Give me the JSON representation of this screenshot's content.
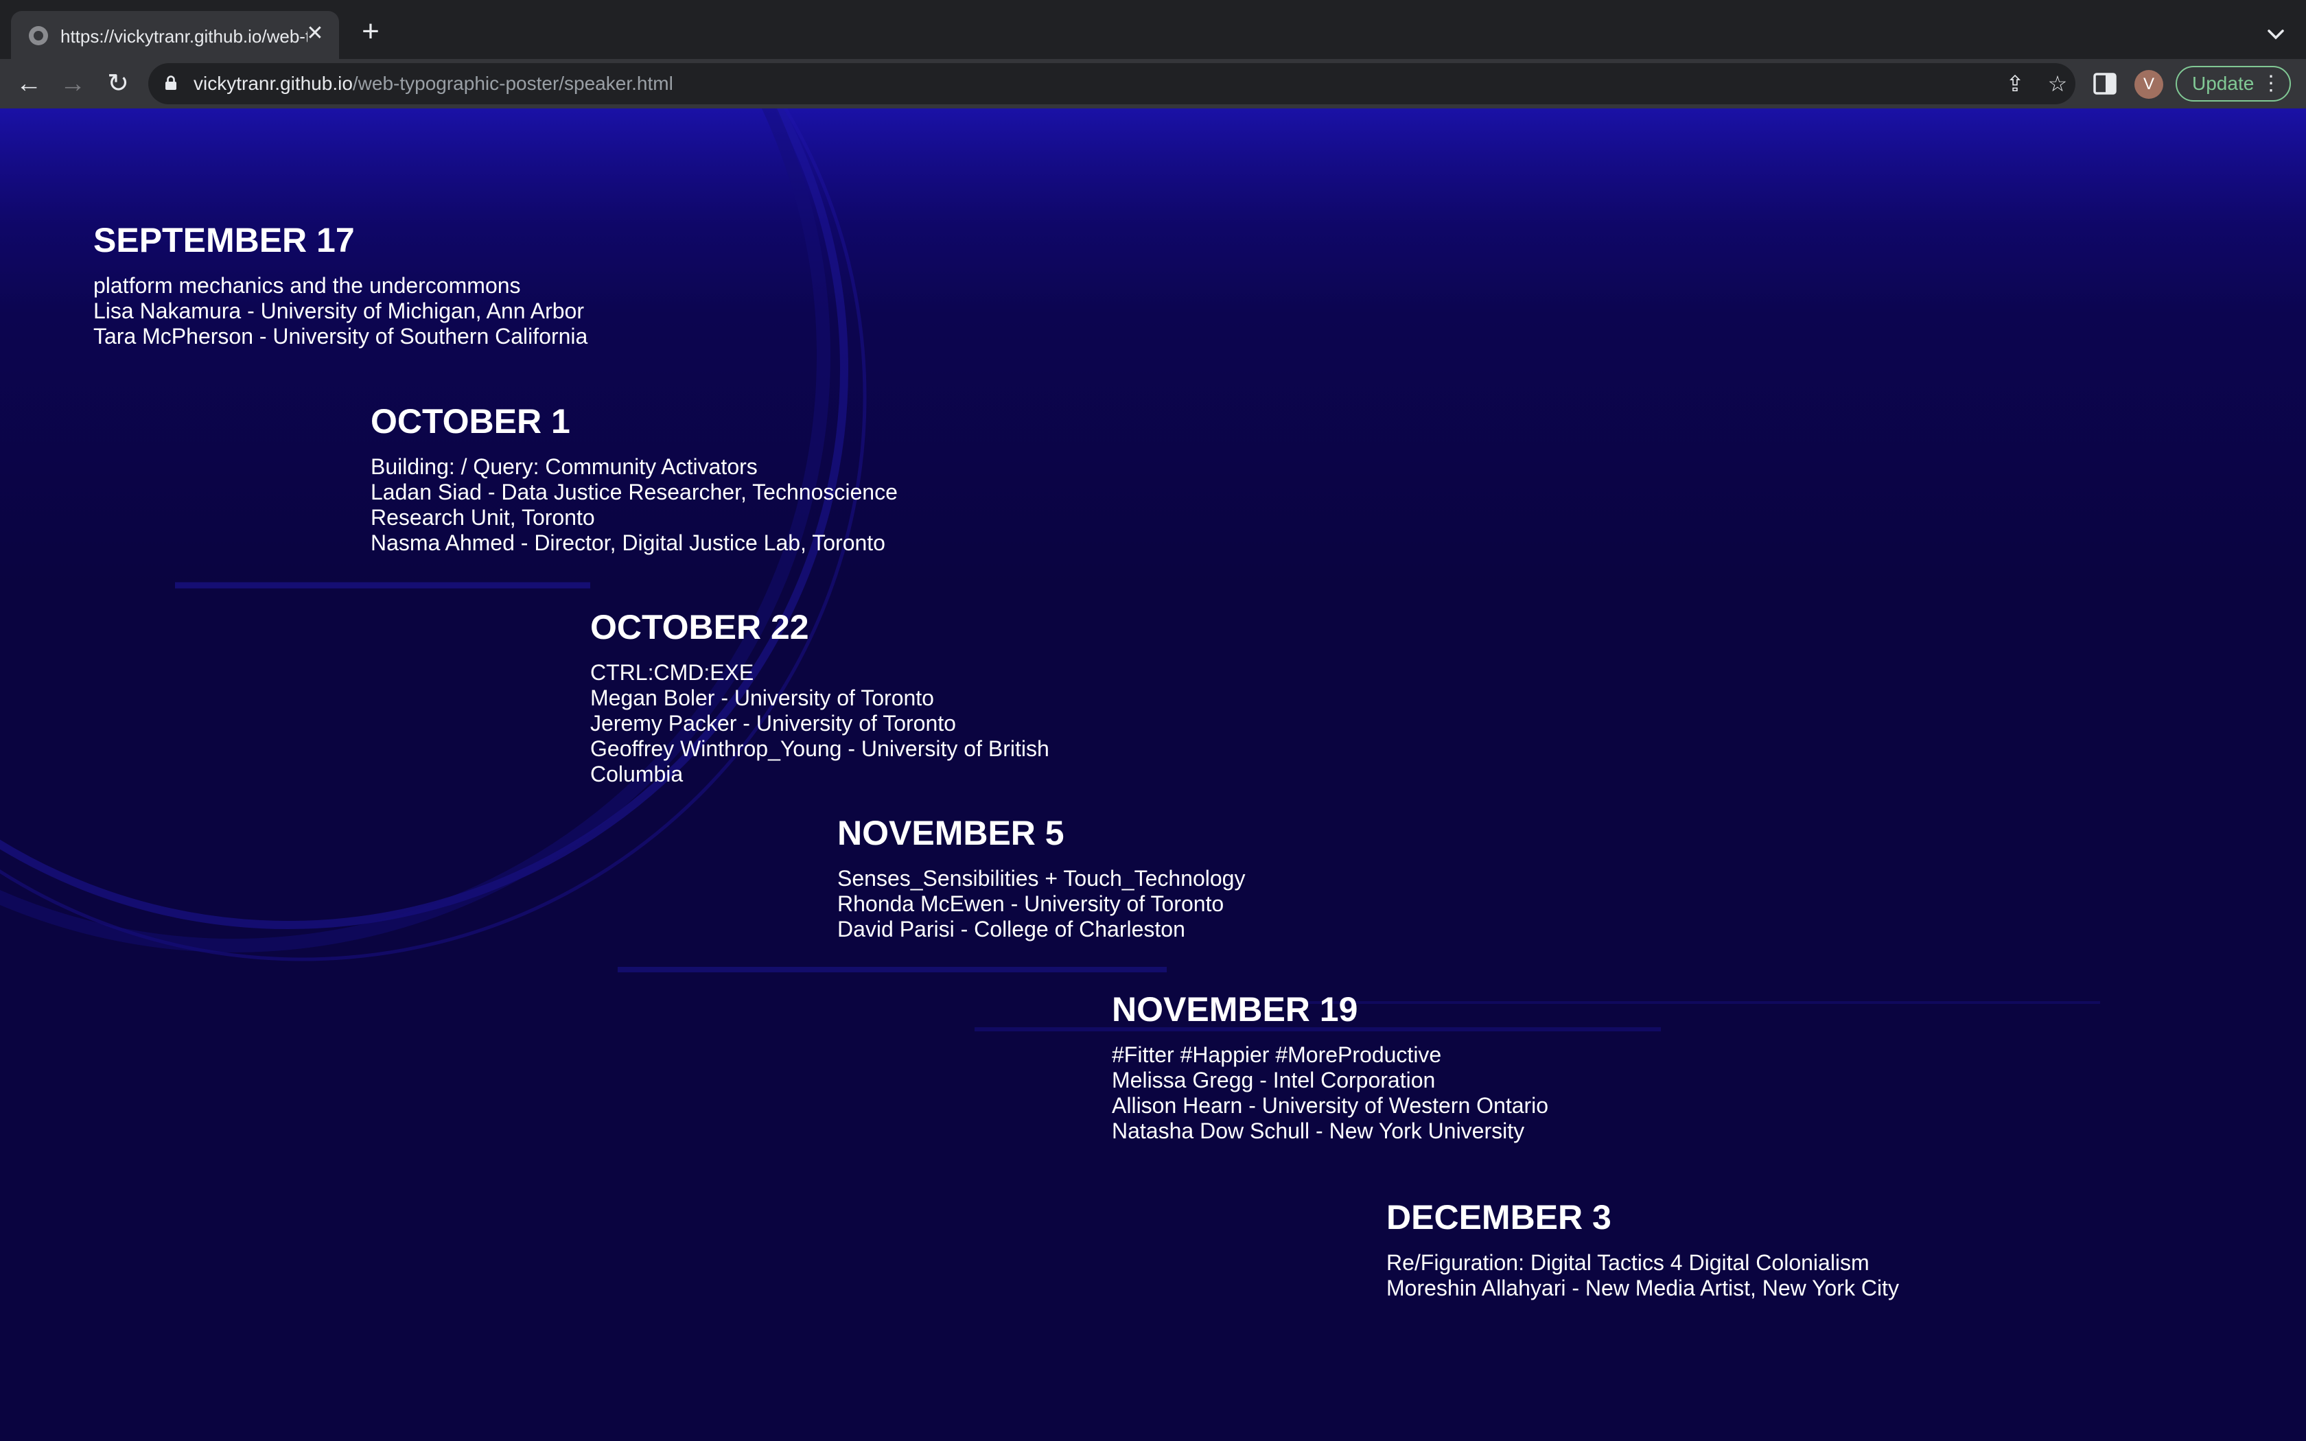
{
  "browser": {
    "tab_title": "https://vickytranr.github.io/web-typographic-poster/speaker.html",
    "close_glyph": "✕",
    "new_tab_glyph": "+",
    "url_host": "vickytranr.github.io",
    "url_path": "/web-typographic-poster/speaker.html",
    "avatar_initial": "V",
    "update_label": "Update",
    "icons": {
      "back": "←",
      "forward": "→",
      "reload": "↻",
      "share": "⇪",
      "bookmark": "☆",
      "menu": "⋮"
    }
  },
  "theme": {
    "background": "#0a0440",
    "gradient_top": "#1a11a6",
    "text": "#ffffff",
    "update_green": "#81c995"
  },
  "schedule": [
    {
      "date": "SEPTEMBER 17",
      "lines": [
        "platform mechanics and the undercommons",
        "Lisa Nakamura - University of Michigan, Ann Arbor",
        "Tara McPherson - University of Southern California"
      ]
    },
    {
      "date": "OCTOBER 1",
      "lines": [
        "Building: / Query: Community Activators",
        "Ladan Siad - Data Justice Researcher, Technoscience",
        "Research Unit, Toronto",
        "Nasma Ahmed - Director, Digital Justice Lab, Toronto"
      ]
    },
    {
      "date": "OCTOBER 22",
      "lines": [
        "CTRL:CMD:EXE",
        "Megan Boler - University of Toronto",
        "Jeremy Packer - University of Toronto",
        "Geoffrey Winthrop_Young - University of British",
        "Columbia"
      ]
    },
    {
      "date": "NOVEMBER 5",
      "lines": [
        "Senses_Sensibilities + Touch_Technology",
        "Rhonda McEwen - University of Toronto",
        "David Parisi - College of Charleston"
      ]
    },
    {
      "date": "NOVEMBER 19",
      "lines": [
        "#Fitter #Happier #MoreProductive",
        "Melissa Gregg - Intel Corporation",
        "Allison Hearn - University of Western Ontario",
        "Natasha Dow Schull - New York University"
      ]
    },
    {
      "date": "DECEMBER 3",
      "lines": [
        "Re/Figuration: Digital Tactics 4 Digital Colonialism",
        "Moreshin Allahyari - New Media Artist, New York City"
      ]
    }
  ]
}
